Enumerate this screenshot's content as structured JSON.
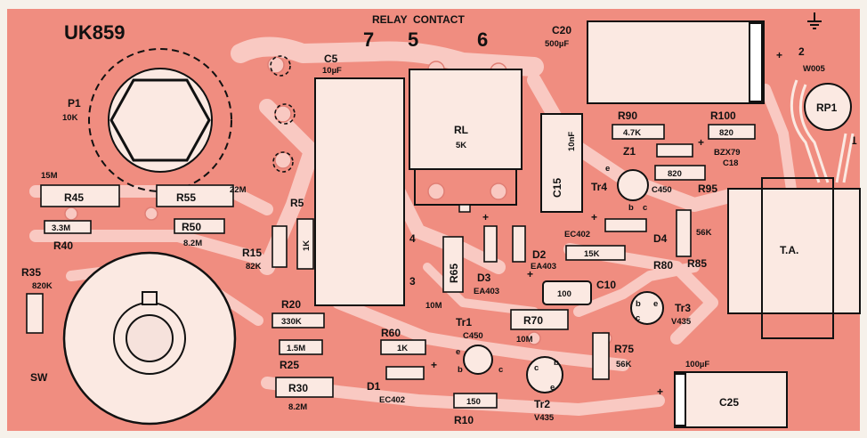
{
  "title": "UK859",
  "relay_contact": {
    "label": "RELAY  CONTACT",
    "pins": [
      "7",
      "5",
      "6"
    ]
  },
  "side_pins": {
    "p4": "4",
    "p3": "3"
  },
  "output_pins": {
    "p2": "2",
    "p1": "1"
  },
  "components": {
    "c20": {
      "ref": "C20",
      "value": "500µF"
    },
    "c5": {
      "ref": "C5",
      "value": "10µF"
    },
    "p1": {
      "ref": "P1",
      "value": "10K"
    },
    "rl": {
      "ref": "RL",
      "value": "5K"
    },
    "c15": {
      "ref": "C15",
      "value": "10nF"
    },
    "r90": {
      "ref": "R90",
      "value": "4.7K"
    },
    "r100": {
      "ref": "R100",
      "value": "820"
    },
    "w005": {
      "ref": "W005"
    },
    "rp1": {
      "ref": "RP1"
    },
    "z1": {
      "ref": "Z1",
      "part": "BZX79",
      "variant": "C18"
    },
    "r95": {
      "ref": "R95",
      "value": "820"
    },
    "tr4": {
      "ref": "Tr4",
      "part": "C450"
    },
    "r45": {
      "ref": "R45",
      "value": "15M"
    },
    "r55": {
      "ref": "R55",
      "value": "22M"
    },
    "r40": {
      "ref": "R40",
      "value": "3.3M"
    },
    "r50": {
      "ref": "R50",
      "value": "8.2M"
    },
    "r5": {
      "ref": "R5",
      "value": "1K"
    },
    "r15": {
      "ref": "R15",
      "value": "82K"
    },
    "r65": {
      "ref": "R65",
      "value": "10M"
    },
    "d2": {
      "ref": "D2",
      "part": "EA403"
    },
    "d3": {
      "ref": "D3",
      "part": "EA403"
    },
    "d4": {
      "ref": "D4",
      "part": "EC402"
    },
    "r80": {
      "ref": "R80",
      "value": "15K"
    },
    "r85": {
      "ref": "R85",
      "value": "56K"
    },
    "ta": {
      "ref": "T.A."
    },
    "r35": {
      "ref": "R35",
      "value": "820K"
    },
    "c10": {
      "ref": "C10",
      "value": "100"
    },
    "r20": {
      "ref": "R20",
      "value": "330K"
    },
    "r25": {
      "ref": "R25",
      "value": "1.5M"
    },
    "r30": {
      "ref": "R30",
      "value": "8.2M"
    },
    "r60": {
      "ref": "R60",
      "value": "1K"
    },
    "d1": {
      "ref": "D1",
      "part": "EC402"
    },
    "tr1": {
      "ref": "Tr1",
      "part": "C450"
    },
    "r70": {
      "ref": "R70",
      "value": "10M"
    },
    "tr3": {
      "ref": "Tr3",
      "part": "V435"
    },
    "r75": {
      "ref": "R75",
      "value": "56K"
    },
    "r10": {
      "ref": "R10",
      "value": "150"
    },
    "tr2": {
      "ref": "Tr2",
      "part": "V435"
    },
    "c25": {
      "ref": "C25",
      "value": "100µF"
    },
    "sw": {
      "ref": "SW"
    }
  },
  "pin_letters": {
    "e": "e",
    "b": "b",
    "c": "c"
  },
  "polarity": {
    "plus": "+",
    "minus": "-"
  },
  "colors": {
    "board": "#f08d80",
    "copper": "#f9c9c2",
    "ink": "#111111"
  },
  "icons": [
    "ground-icon",
    "potentiometer-hex-icon"
  ]
}
